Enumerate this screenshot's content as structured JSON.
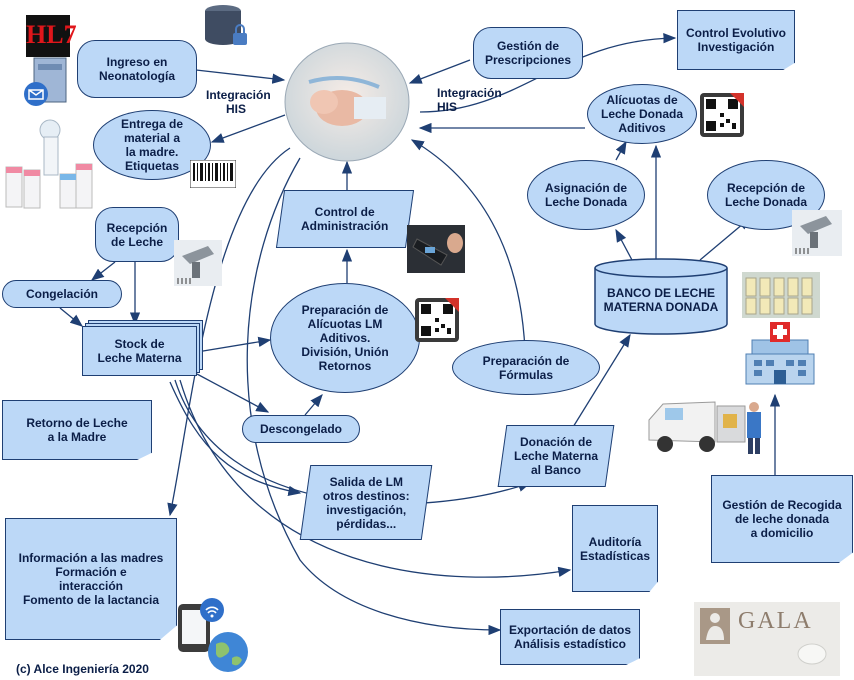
{
  "nodes": {
    "ingreso": "Ingreso en\nNeonatología",
    "entrega": "Entrega de\nmaterial a\nla madre.\nEtiquetas",
    "recepcion_leche": "Recepción\nde Leche",
    "congelacion": "Congelación",
    "stock": "Stock de\nLeche Materna",
    "retorno": "Retorno de Leche\na la Madre",
    "descongelado": "Descongelado",
    "informacion": "Información a las madres\nFormación e\ninteracción\nFomento de la lactancia",
    "control_admin": "Control de\nAdministración",
    "preparacion_alicuotas": "Preparación de\nAlícuotas LM\nAditivos.\nDivisión, Unión\nRetornos",
    "salida": "Salida de LM\notros destinos:\ninvestigación,\npérdidas...",
    "preparacion_formulas": "Preparación de\nFórmulas",
    "donacion": "Donación de\nLeche Materna\nal Banco",
    "gestion_prescripciones": "Gestión de\nPrescripciones",
    "control_evolutivo": "Control Evolutivo\nInvestigación",
    "alicuotas_donada": "Alícuotas de\nLeche Donada\nAditivos",
    "asignacion": "Asignación de\nLeche Donada",
    "recepcion_donada": "Recepción de\nLeche Donada",
    "banco": "BANCO DE LECHE\nMATERNA DONADA",
    "gestion_recogida": "Gestión de Recogida\nde leche donada\na domicilio",
    "auditoria": "Auditoría\nEstadísticas",
    "exportacion": "Exportación de datos\nAnálisis estadístico"
  },
  "labels": {
    "integracion_left": "Integración\nHIS",
    "integracion_right": "Integración\nHIS",
    "copyright": "(c) Alce Ingeniería 2020",
    "hl7": "HL7",
    "gala": "GALA"
  },
  "icons": [
    "hl7-logo-icon",
    "database-lock-icon",
    "mail-server-icon",
    "baby-photo",
    "breast-pump-bottles-icon",
    "barcode-label-icon",
    "barcode-scanner-icon",
    "qr-code-icon",
    "handheld-scanner-icon",
    "fridge-bottles-icon",
    "hospital-icon",
    "delivery-van-icon",
    "mobile-wifi-icon",
    "globe-icon",
    "gala-logo"
  ],
  "colors": {
    "node_fill": "#bcd8f7",
    "node_border": "#1f3f73",
    "text": "#0b1e47",
    "line": "#1f3f73"
  }
}
